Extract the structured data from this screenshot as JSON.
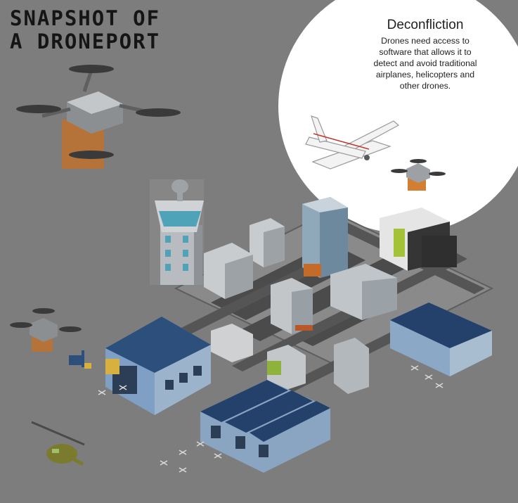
{
  "title": {
    "line1": "SNAPSHOT OF",
    "line2": "A DRONEPORT"
  },
  "callout": {
    "heading": "Deconfliction",
    "body": "Drones need access to software that allows it to detect and avoid traditional airplanes, helicopters and other drones."
  },
  "colors": {
    "background": "#7d7d7d",
    "spotlight": "#ffffff",
    "building_blue": "#2d4f7c",
    "roof_blue": "#23416a",
    "glass": "#7fb3c9",
    "crate": "#b5733a"
  },
  "icons": [
    "drone-icon",
    "control-tower-icon",
    "airplane-icon",
    "helicopter-icon",
    "forklift-icon",
    "hangar-icon"
  ]
}
